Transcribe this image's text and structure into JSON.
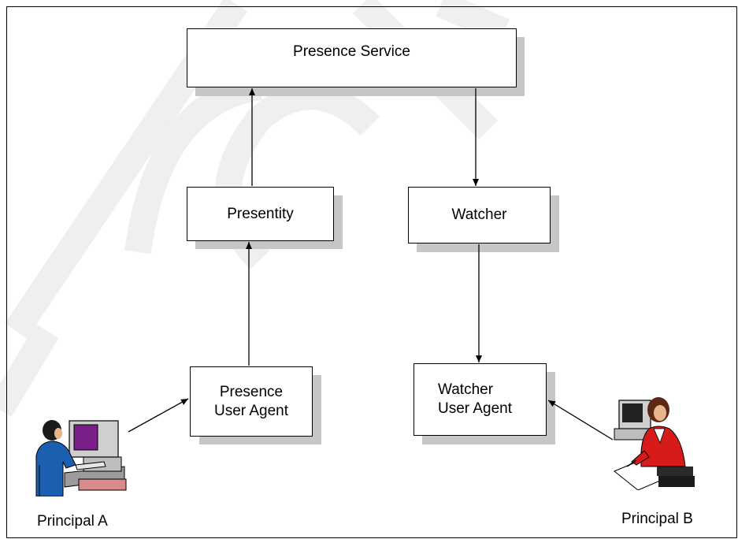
{
  "diagram": {
    "nodes": {
      "presence_service": "Presence Service",
      "presentity": "Presentity",
      "watcher": "Watcher",
      "presence_user_agent_line1": "Presence",
      "presence_user_agent_line2": "User Agent",
      "watcher_user_agent_line1": "Watcher",
      "watcher_user_agent_line2": "User Agent"
    },
    "principals": {
      "a": "Principal A",
      "b": "Principal B"
    },
    "edges": [
      {
        "from": "Principal A",
        "to": "Presence User Agent"
      },
      {
        "from": "Presence User Agent",
        "to": "Presentity"
      },
      {
        "from": "Presentity",
        "to": "Presence Service"
      },
      {
        "from": "Presence Service",
        "to": "Watcher"
      },
      {
        "from": "Watcher",
        "to": "Watcher User Agent"
      },
      {
        "from": "Principal B",
        "to": "Watcher User Agent"
      }
    ],
    "colors": {
      "shadow": "#c6c6c6",
      "watermark": "#efefef",
      "principal_a_monitor": "#7a1f8a",
      "principal_b_jacket": "#d71a1a"
    }
  }
}
